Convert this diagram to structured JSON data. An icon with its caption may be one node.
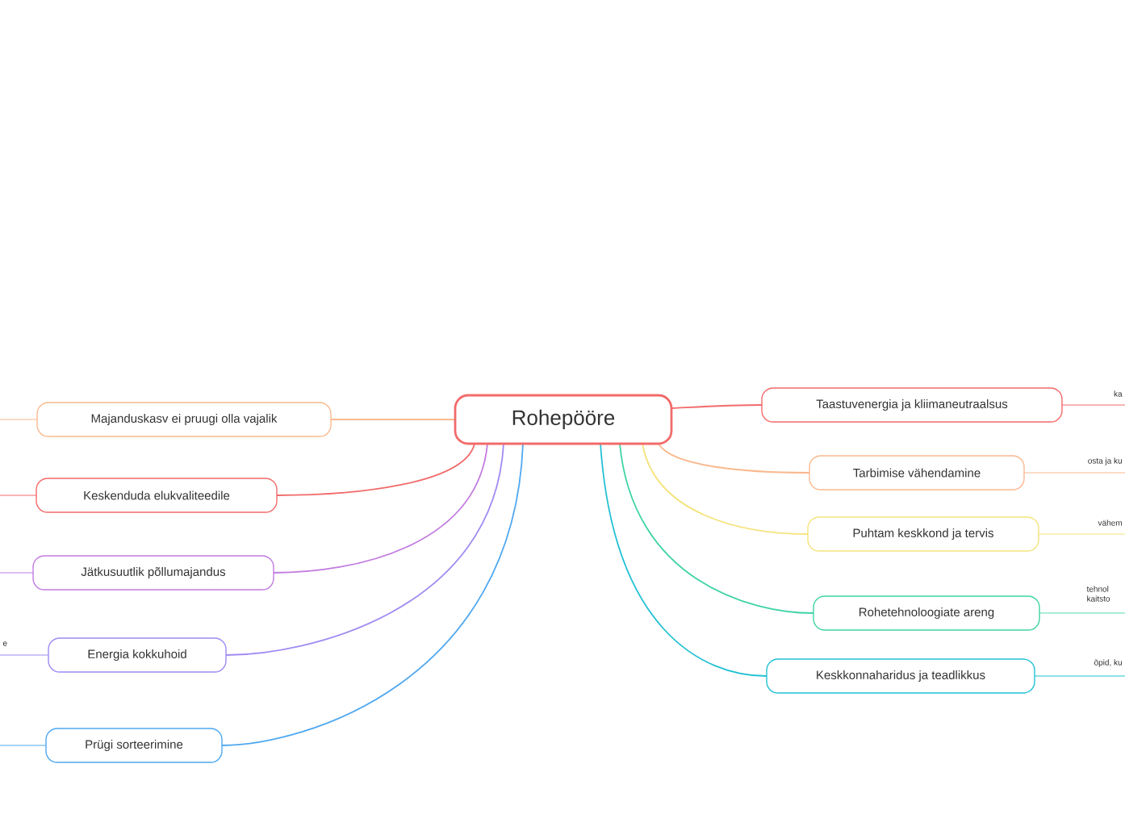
{
  "diagram": {
    "nodes": [
      {
        "text": [
          "Rohepööre"
        ]
      },
      {
        "text": [
          "Taastuvenergia ja kliimaneutraalsus"
        ]
      },
      {
        "text": [
          "Tarbimise vähendamine"
        ]
      },
      {
        "text": [
          "Puhtam keskkond ja tervis"
        ]
      },
      {
        "text": [
          "Rohetehnoloogiate areng"
        ]
      },
      {
        "text": [
          "Keskkonnaharidus ja teadlikkus"
        ]
      },
      {
        "text": [
          "Majanduskasv ei pruugi olla vajalik"
        ]
      },
      {
        "text": [
          "Keskenduda elukvaliteedile"
        ]
      },
      {
        "text": [
          "Jätkusuutlik põllumajandus"
        ]
      },
      {
        "text": [
          "Energia kokkuhoid"
        ]
      },
      {
        "text": [
          "Prügi sorteerimine"
        ]
      },
      {
        "text": [
          "ka"
        ]
      },
      {
        "text": [
          "osta ja ku"
        ]
      },
      {
        "text": [
          "vähem"
        ]
      },
      {
        "text": [
          "tehnol kaitsto"
        ]
      },
      {
        "text": [
          "õpid, ku"
        ]
      },
      {
        "text": [
          "e"
        ]
      }
    ],
    "edges": [
      {
        "from": 0,
        "to": 1,
        "arrow": "none",
        "color": "#f26b6b"
      },
      {
        "from": 0,
        "to": 2,
        "arrow": "none",
        "color": "#f9b98f"
      },
      {
        "from": 0,
        "to": 3,
        "arrow": "none",
        "color": "#f5e37c"
      },
      {
        "from": 0,
        "to": 4,
        "arrow": "none",
        "color": "#3fd3a6"
      },
      {
        "from": 0,
        "to": 5,
        "arrow": "none",
        "color": "#22c1d4"
      },
      {
        "from": 0,
        "to": 6,
        "arrow": "none",
        "color": "#f9b98f"
      },
      {
        "from": 0,
        "to": 7,
        "arrow": "none",
        "color": "#f26b6b"
      },
      {
        "from": 0,
        "to": 8,
        "arrow": "none",
        "color": "#c27be0"
      },
      {
        "from": 0,
        "to": 9,
        "arrow": "none",
        "color": "#a08af2"
      },
      {
        "from": 0,
        "to": 10,
        "arrow": "none",
        "color": "#4fa8f0"
      },
      {
        "from": 1,
        "to": 11,
        "arrow": "none",
        "color": "#f26b6b"
      },
      {
        "from": 2,
        "to": 12,
        "arrow": "none",
        "color": "#f9b98f"
      },
      {
        "from": 3,
        "to": 13,
        "arrow": "none",
        "color": "#f5e37c"
      },
      {
        "from": 4,
        "to": 14,
        "arrow": "none",
        "color": "#3fd3a6"
      },
      {
        "from": 5,
        "to": 15,
        "arrow": "none",
        "color": "#22c1d4"
      },
      {
        "from": 6,
        "to": null,
        "arrow": "none",
        "color": "#f9b98f"
      },
      {
        "from": 7,
        "to": null,
        "arrow": "none",
        "color": "#f26b6b"
      },
      {
        "from": 8,
        "to": null,
        "arrow": "none",
        "color": "#c27be0"
      },
      {
        "from": 9,
        "to": 16,
        "arrow": "none",
        "color": "#a08af2"
      },
      {
        "from": 10,
        "to": null,
        "arrow": "none",
        "color": "#4fa8f0"
      }
    ]
  }
}
